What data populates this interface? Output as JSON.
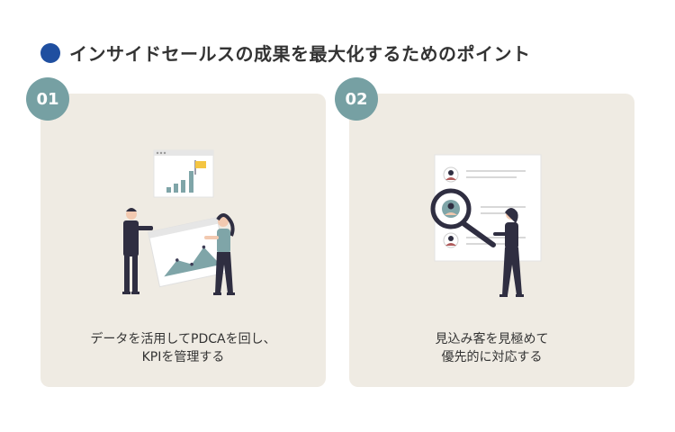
{
  "heading": {
    "title": "インサイドセールスの成果を最大化するためのポイント",
    "accent_color": "#1f4fa0"
  },
  "cards": [
    {
      "number": "01",
      "caption_line1": "データを活用してPDCAを回し、",
      "caption_line2": "KPIを管理する",
      "illustration": "data-analysis-illustration"
    },
    {
      "number": "02",
      "caption_line1": "見込み客を見極めて",
      "caption_line2": "優先的に対応する",
      "illustration": "prospect-search-illustration"
    }
  ],
  "colors": {
    "card_bg": "#efebe3",
    "badge_bg": "#76a0a3",
    "illustration_teal": "#7fa5a8",
    "illustration_dark": "#2f2e41",
    "flag_yellow": "#f4c542"
  }
}
